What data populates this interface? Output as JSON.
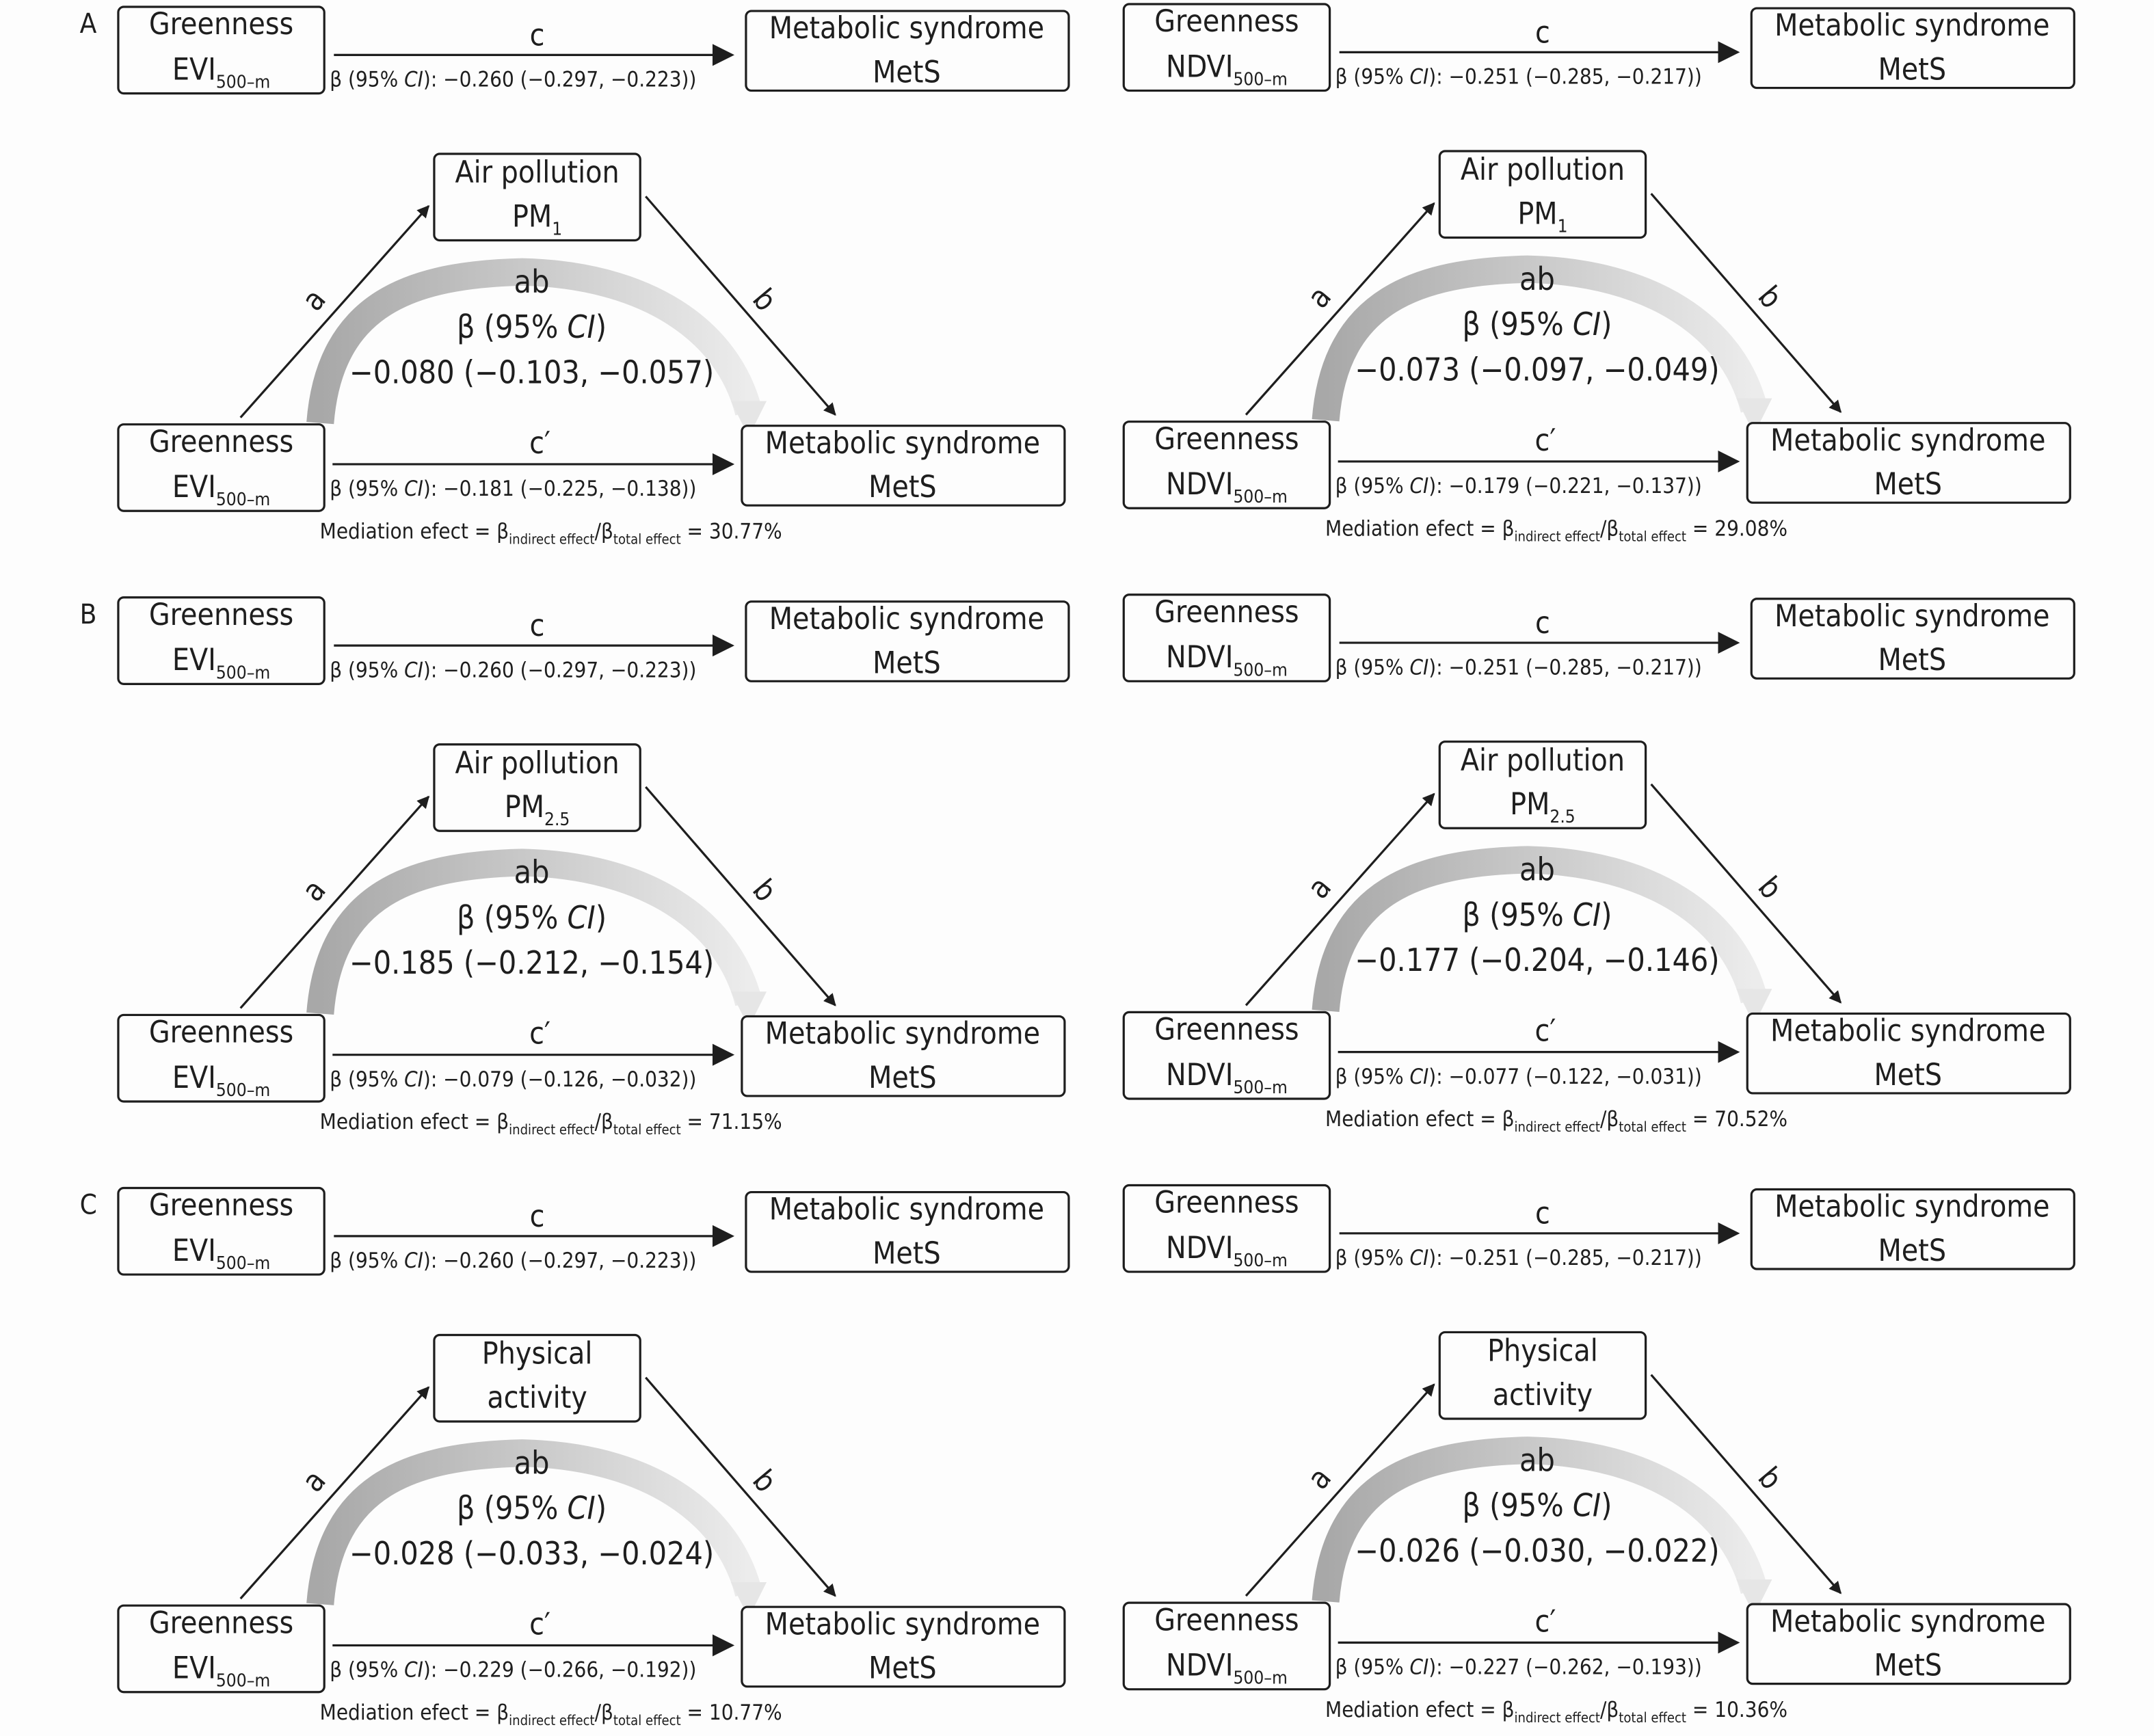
{
  "labels": {
    "exposure_name": "Greenness",
    "outcome_name": "Metabolic syndrome",
    "outcome_abbr": "MetS",
    "path_c": "c",
    "path_c_prime": "c′",
    "path_a": "a",
    "path_b": "b",
    "path_ab": "ab",
    "beta_prefix": "β (95% ",
    "ci": "CI",
    "beta_colon": "): ",
    "beta_close": ")",
    "mediation_prefix": "Mediation efect = β",
    "indirect_sub": "indirect effect",
    "slash_beta": "/β",
    "total_sub": "total effect",
    "equals": " = "
  },
  "panels": [
    {
      "letter": "A",
      "index": "EVI",
      "index_sub": "500–m",
      "med_line1": "Air pollution",
      "med_line2": "PM",
      "med_sub": "1",
      "c": "−0.260 (−0.297, −0.223)",
      "ab": "−0.080 (−0.103, −0.057)",
      "c_prime": "−0.181 (−0.225, −0.138)",
      "mediation": "30.77%"
    },
    {
      "letter": "",
      "index": "NDVI",
      "index_sub": "500–m",
      "med_line1": "Air pollution",
      "med_line2": "PM",
      "med_sub": "1",
      "c": "−0.251 (−0.285, −0.217)",
      "ab": "−0.073 (−0.097, −0.049)",
      "c_prime": "−0.179 (−0.221, −0.137)",
      "mediation": "29.08%"
    },
    {
      "letter": "B",
      "index": "EVI",
      "index_sub": "500–m",
      "med_line1": "Air pollution",
      "med_line2": "PM",
      "med_sub": "2.5",
      "c": "−0.260 (−0.297, −0.223)",
      "ab": "−0.185 (−0.212, −0.154)",
      "c_prime": "−0.079 (−0.126, −0.032)",
      "mediation": "71.15%"
    },
    {
      "letter": "",
      "index": "NDVI",
      "index_sub": "500–m",
      "med_line1": "Air pollution",
      "med_line2": "PM",
      "med_sub": "2.5",
      "c": "−0.251 (−0.285, −0.217)",
      "ab": "−0.177 (−0.204, −0.146)",
      "c_prime": "−0.077 (−0.122, −0.031)",
      "mediation": "70.52%"
    },
    {
      "letter": "C",
      "index": "EVI",
      "index_sub": "500–m",
      "med_line1": "Physical",
      "med_line2": "activity",
      "med_sub": "",
      "c": "−0.260 (−0.297, −0.223)",
      "ab": "−0.028 (−0.033, −0.024)",
      "c_prime": "−0.229 (−0.266, −0.192)",
      "mediation": "10.77%"
    },
    {
      "letter": "",
      "index": "NDVI",
      "index_sub": "500–m",
      "med_line1": "Physical",
      "med_line2": "activity",
      "med_sub": "",
      "c": "−0.251 (−0.285, −0.217)",
      "ab": "−0.026 (−0.030, −0.022)",
      "c_prime": "−0.227 (−0.262, −0.193)",
      "mediation": "10.36%"
    }
  ],
  "colors": {
    "ink": "#1e1e1e",
    "arc_start": "#a8a8a8",
    "arc_end": "#ececec"
  }
}
